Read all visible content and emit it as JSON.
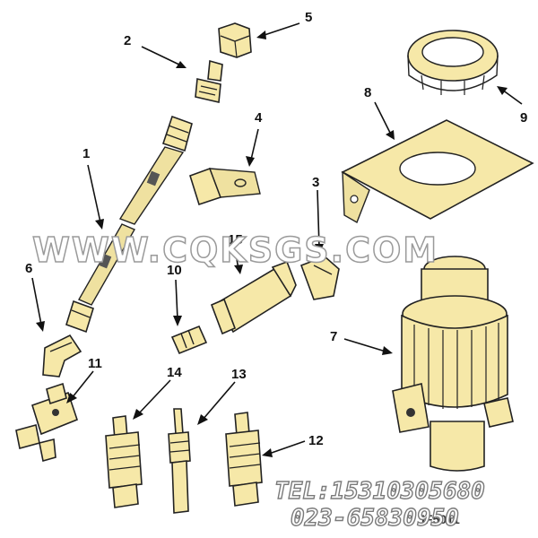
{
  "diagram": {
    "callouts": [
      {
        "id": "c1",
        "label": "1"
      },
      {
        "id": "c2",
        "label": "2"
      },
      {
        "id": "c3",
        "label": "3"
      },
      {
        "id": "c4",
        "label": "4"
      },
      {
        "id": "c5",
        "label": "5"
      },
      {
        "id": "c6",
        "label": "6"
      },
      {
        "id": "c7",
        "label": "7"
      },
      {
        "id": "c8",
        "label": "8"
      },
      {
        "id": "c9",
        "label": "9"
      },
      {
        "id": "c10",
        "label": "10"
      },
      {
        "id": "c11",
        "label": "11"
      },
      {
        "id": "c12",
        "label": "12"
      },
      {
        "id": "c13",
        "label": "13"
      },
      {
        "id": "c14",
        "label": "14"
      },
      {
        "id": "c15",
        "label": "15"
      }
    ],
    "plate_code": "IF5011"
  },
  "watermark": {
    "site": "WWW.CQKSGS.COM",
    "tel": "TEL:15310305680",
    "phone": "023-65830950"
  },
  "colors": {
    "part_fill": "#f6e8a8",
    "outline": "#222222",
    "watermark_stroke": "#9a9a9a"
  }
}
